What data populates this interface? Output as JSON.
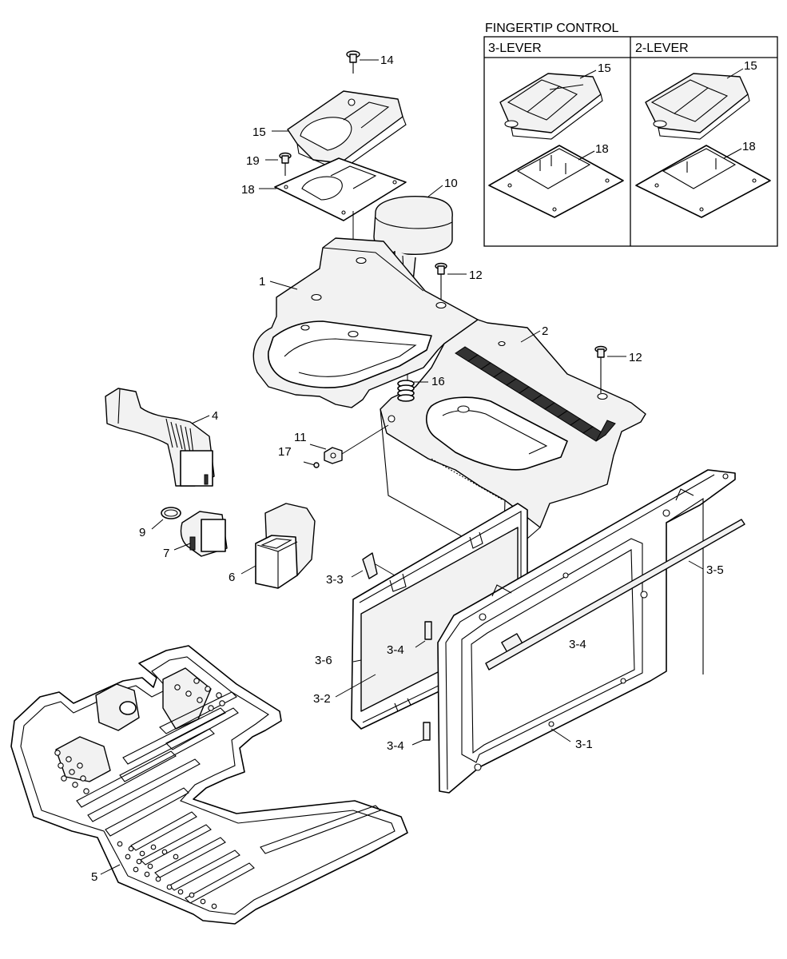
{
  "inset": {
    "title": "FINGERTIP CONTROL",
    "left_heading": "3-LEVER",
    "right_heading": "2-LEVER",
    "left_labels": [
      "15",
      "18"
    ],
    "right_labels": [
      "15",
      "18"
    ]
  },
  "callouts": [
    {
      "id": "14",
      "text": "14"
    },
    {
      "id": "15",
      "text": "15"
    },
    {
      "id": "19",
      "text": "19"
    },
    {
      "id": "18",
      "text": "18"
    },
    {
      "id": "10",
      "text": "10"
    },
    {
      "id": "12a",
      "text": "12"
    },
    {
      "id": "1",
      "text": "1"
    },
    {
      "id": "2",
      "text": "2"
    },
    {
      "id": "12b",
      "text": "12"
    },
    {
      "id": "16",
      "text": "16"
    },
    {
      "id": "4",
      "text": "4"
    },
    {
      "id": "11",
      "text": "11"
    },
    {
      "id": "17",
      "text": "17"
    },
    {
      "id": "9",
      "text": "9"
    },
    {
      "id": "7",
      "text": "7"
    },
    {
      "id": "6",
      "text": "6"
    },
    {
      "id": "3-3",
      "text": "3-3"
    },
    {
      "id": "3-5",
      "text": "3-5"
    },
    {
      "id": "3-4a",
      "text": "3-4"
    },
    {
      "id": "3-4b",
      "text": "3-4"
    },
    {
      "id": "3-6",
      "text": "3-6"
    },
    {
      "id": "3-2",
      "text": "3-2"
    },
    {
      "id": "3-4c",
      "text": "3-4"
    },
    {
      "id": "3-1",
      "text": "3-1"
    },
    {
      "id": "5",
      "text": "5"
    }
  ]
}
